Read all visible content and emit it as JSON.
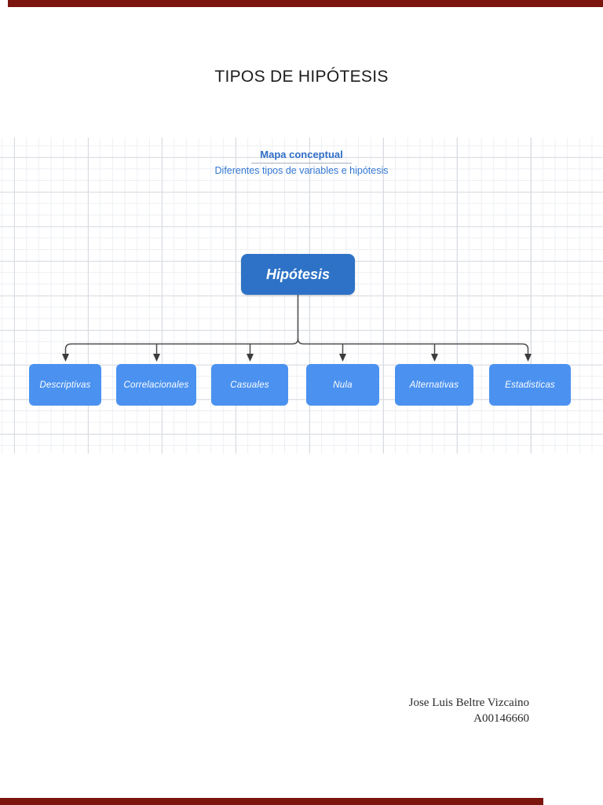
{
  "page": {
    "title": "TIPOS DE HIPÓTESIS",
    "footer": {
      "author": "Jose Luis Beltre Vizcaino",
      "student_id": "A00146660"
    }
  },
  "concept_map": {
    "heading": "Mapa conceptual",
    "subheading": "Diferentes tipos de variables e hipótesis",
    "root": "Hipótesis",
    "children": [
      "Descriptivas",
      "Correlacionales",
      "Casuales",
      "Nula",
      "Alternativas",
      "Estadisticas"
    ]
  },
  "colors": {
    "root_box_blue": "#2d72c6",
    "child_box_blue": "#4b92f0",
    "heading_blue": "#2f6ec6",
    "connector_gray": "#4b4b4b",
    "page_edge_red": "#7d150f",
    "grid_line": "#edeff3"
  }
}
